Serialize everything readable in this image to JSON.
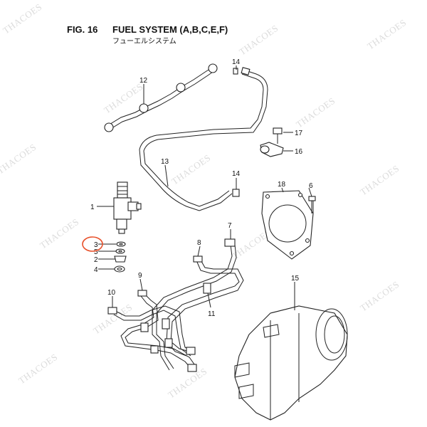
{
  "header": {
    "figure_number": "FIG. 16",
    "title": "FUEL SYSTEM (A,B,C,E,F)",
    "subtitle_jp": "フューエルシステム"
  },
  "watermark": "THACOES",
  "callouts": {
    "c1": "1",
    "c2": "2",
    "c3": "3",
    "c4": "4",
    "c5": "5",
    "c6": "6",
    "c7": "7",
    "c8": "8",
    "c9": "9",
    "c10": "10",
    "c11": "11",
    "c12": "12",
    "c13": "13",
    "c14a": "14",
    "c14b": "14",
    "c15": "15",
    "c16": "16",
    "c17": "17",
    "c18": "18"
  },
  "highlight": {
    "callout": "3",
    "color": "#e8502a"
  }
}
